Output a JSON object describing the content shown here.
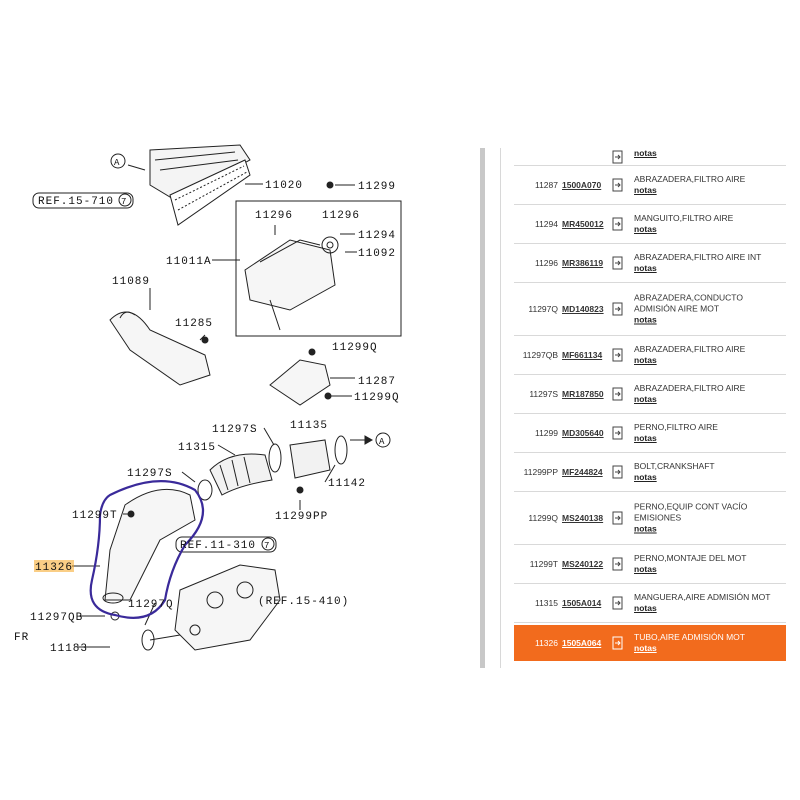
{
  "diagram": {
    "labels": {
      "p11020": "11020",
      "p11299a": "11299",
      "ref15710": "REF.15-710",
      "ref15710_num": "7",
      "p11296a": "11296",
      "p11296b": "11296",
      "p11294": "11294",
      "p11092": "11092",
      "p11011A": "11011A",
      "p11089": "11089",
      "p11285": "11285",
      "p11299Q_a": "11299Q",
      "p11287": "11287",
      "p11299Q_b": "11299Q",
      "p11297S_a": "11297S",
      "p11135": "11135",
      "p11315": "11315",
      "p11297S_b": "11297S",
      "p11142": "11142",
      "p11299T": "11299T",
      "p11299PP": "11299PP",
      "ref11310": "REF.11-310",
      "ref11310_num": "7",
      "p11326": "11326",
      "p11297Q": "11297Q",
      "ref15410": "(REF.15-410)",
      "p11297QB": "11297QB",
      "fr": "FR",
      "p11183": "11183",
      "arrowA1": "A",
      "arrowA2": "A"
    }
  },
  "parts": {
    "notes_label": "notas",
    "rows": [
      {
        "num": "",
        "pn": "",
        "desc": ""
      },
      {
        "num": "11287",
        "pn": "1500A070",
        "desc": "ABRAZADERA,FILTRO AIRE"
      },
      {
        "num": "11294",
        "pn": "MR450012",
        "desc": "MANGUITO,FILTRO AIRE"
      },
      {
        "num": "11296",
        "pn": "MR386119",
        "desc": "ABRAZADERA,FILTRO AIRE INT"
      },
      {
        "num": "11297Q",
        "pn": "MD140823",
        "desc": "ABRAZADERA,CONDUCTO ADMISIÓN AIRE MOT"
      },
      {
        "num": "11297QB",
        "pn": "MF661134",
        "desc": "ABRAZADERA,FILTRO AIRE"
      },
      {
        "num": "11297S",
        "pn": "MR187850",
        "desc": "ABRAZADERA,FILTRO AIRE"
      },
      {
        "num": "11299",
        "pn": "MD305640",
        "desc": "PERNO,FILTRO AIRE"
      },
      {
        "num": "11299PP",
        "pn": "MF244824",
        "desc": "BOLT,CRANKSHAFT"
      },
      {
        "num": "11299Q",
        "pn": "MS240138",
        "desc": "PERNO,EQUIP CONT VACÍO EMISIONES"
      },
      {
        "num": "11299T",
        "pn": "MS240122",
        "desc": "PERNO,MONTAJE DEL MOT"
      },
      {
        "num": "11315",
        "pn": "1505A014",
        "desc": "MANGUERA,AIRE ADMISIÓN MOT"
      },
      {
        "num": "11326",
        "pn": "1505A064",
        "desc": "TUBO,AIRE ADMISIÓN MOT"
      }
    ]
  },
  "colors": {
    "highlight": "#f26b1d",
    "circle_annotation": "#3a2a9a"
  }
}
